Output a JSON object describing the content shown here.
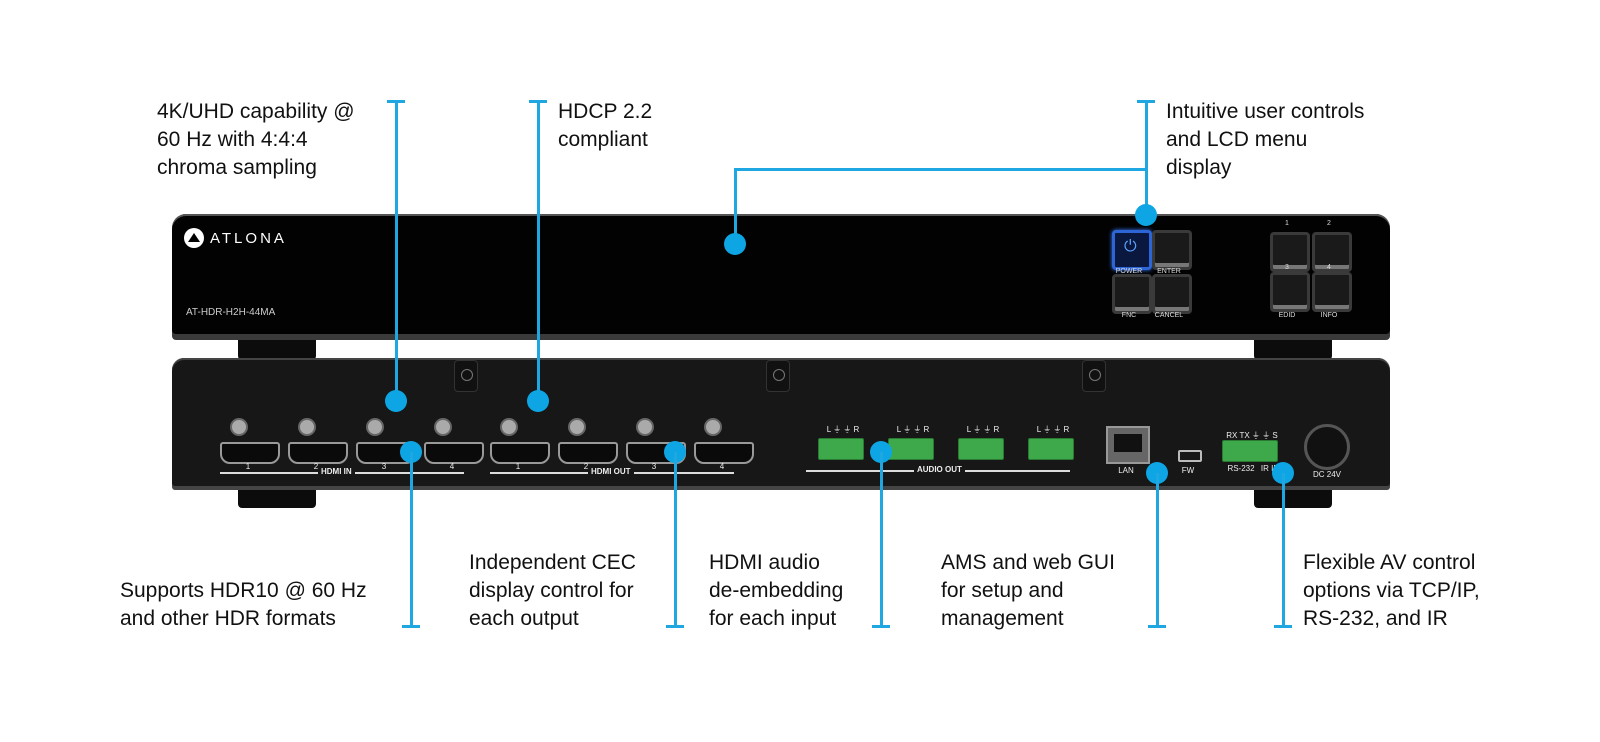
{
  "device": {
    "brand": "ATLONA",
    "model": "AT-HDR-H2H-44MA",
    "front_buttons": [
      "POWER",
      "ENTER",
      "FNC",
      "CANCEL"
    ],
    "input_buttons_top_labels": [
      "1",
      "2",
      "3",
      "4"
    ],
    "input_buttons_bottom_labels": [
      "EDID",
      "INFO"
    ],
    "hdmi_in_label": "HDMI IN",
    "hdmi_out_label": "HDMI OUT",
    "port_numbers": [
      "1",
      "2",
      "3",
      "4"
    ],
    "audio_out_label": "AUDIO OUT",
    "audio_pin_labels": "L ⏚ ⏚ R",
    "lan_label": "LAN",
    "fw_label": "FW",
    "rs232_label": "RS-232",
    "irin_label": "IR IN",
    "rs232_pin_labels": "RX TX ⏚ ⏚ S",
    "dc_label": "DC 24V"
  },
  "callouts": {
    "uhd": "4K/UHD capability @\n60 Hz with 4:4:4\nchroma sampling",
    "hdcp": "HDCP 2.2\ncompliant",
    "controls": "Intuitive user controls\nand LCD menu\ndisplay",
    "hdr": "Supports HDR10 @ 60 Hz\nand other HDR formats",
    "cec": "Independent CEC\ndisplay control for\neach output",
    "audio": "HDMI audio\nde-embedding\nfor each input",
    "ams": "AMS and web GUI\nfor setup and\nmanagement",
    "control": "Flexible AV control\noptions via TCP/IP,\nRS-232, and IR"
  },
  "colors": {
    "accent": "#0ea5e4",
    "device": "#020202",
    "terminal": "#3ea94a"
  }
}
